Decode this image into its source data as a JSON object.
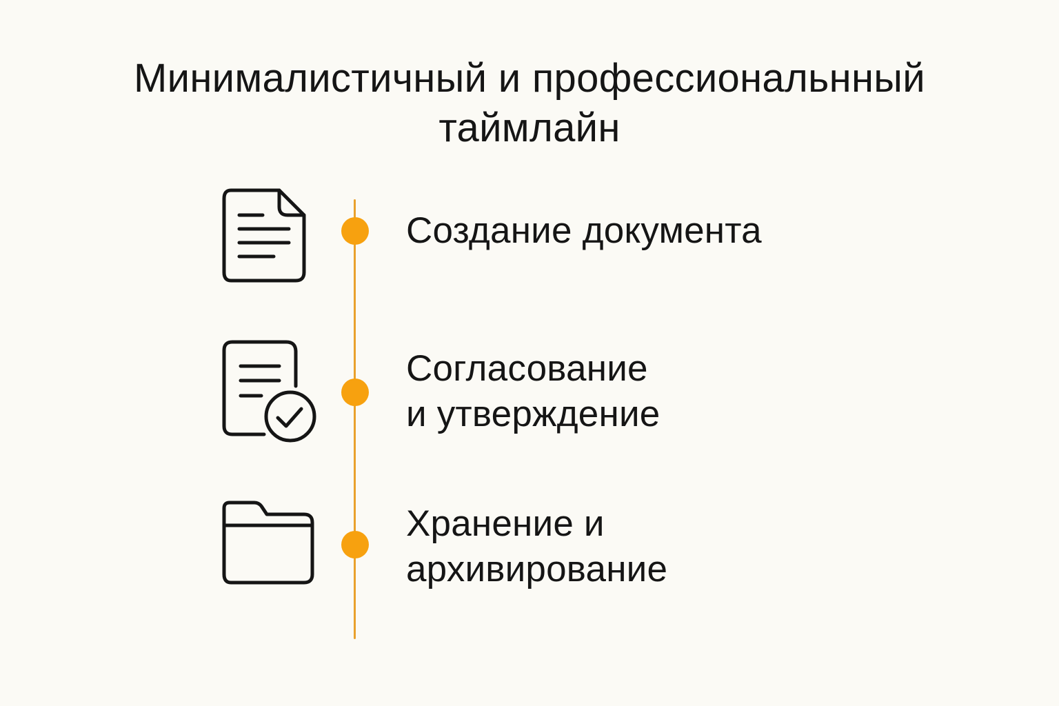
{
  "title": {
    "line1": "Минималистичный и профессиональнный",
    "line2": "таймлайн"
  },
  "timeline": {
    "accent_color": "#f7a10f",
    "line_color": "#e9a12d",
    "steps": [
      {
        "icon": "document-icon",
        "lines": [
          "Создание документа"
        ]
      },
      {
        "icon": "document-check-icon",
        "lines": [
          "Согласование",
          "и утверждение"
        ]
      },
      {
        "icon": "folder-icon",
        "lines": [
          "Хранение и",
          "архивирование"
        ]
      }
    ]
  }
}
